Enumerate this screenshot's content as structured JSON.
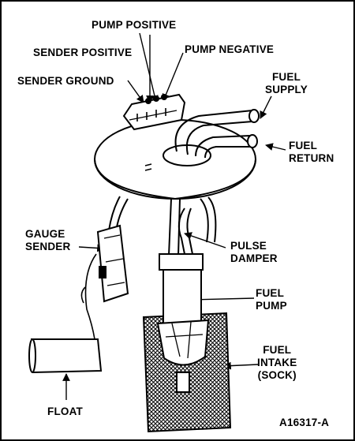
{
  "labels": {
    "pump_positive": "PUMP POSITIVE",
    "sender_positive": "SENDER POSITIVE",
    "pump_negative": "PUMP NEGATIVE",
    "sender_ground": "SENDER GROUND",
    "fuel_supply": "FUEL\nSUPPLY",
    "fuel_return": "FUEL\nRETURN",
    "gauge_sender": "GAUGE\nSENDER",
    "pulse_damper": "PULSE\nDAMPER",
    "fuel_pump": "FUEL\nPUMP",
    "fuel_intake": "FUEL\nINTAKE\n(SOCK)",
    "float": "FLOAT",
    "figure_id": "A16317-A"
  },
  "colors": {
    "ink": "#000000",
    "paper": "#ffffff"
  }
}
